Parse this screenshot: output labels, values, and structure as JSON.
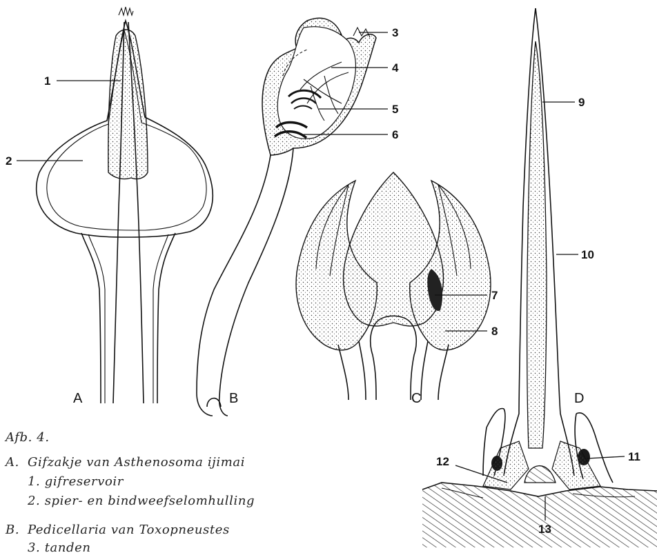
{
  "figure": {
    "panel_letters": [
      "A",
      "B",
      "C",
      "D"
    ],
    "callouts": [
      "1",
      "2",
      "3",
      "4",
      "5",
      "6",
      "7",
      "8",
      "9",
      "10",
      "11",
      "12",
      "13"
    ]
  },
  "caption": {
    "title": "Afb. 4.",
    "sections": [
      {
        "label": "A.",
        "text": "Gifzakje van Asthenosoma ijimai",
        "items": [
          "1.  gifreservoir",
          "2.  spier- en bindweefselomhulling"
        ]
      },
      {
        "label": "B.",
        "text": "Pedicellaria van Toxopneustes",
        "items": [
          "3.  tanden"
        ]
      }
    ]
  }
}
